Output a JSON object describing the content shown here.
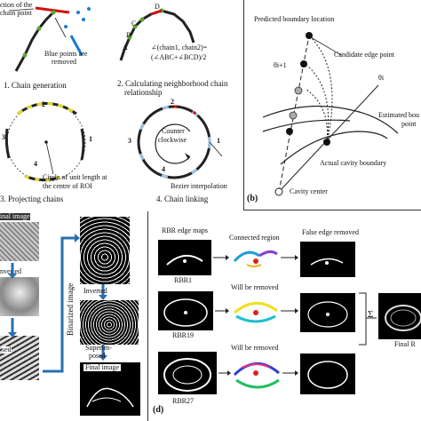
{
  "panel_a": {
    "top_text_1": "ction of the",
    "top_text_2": "chain point",
    "blue_note_1": "Blue points are",
    "blue_note_2": "removed",
    "step1": "1. Chain generation",
    "letters": [
      "A",
      "B",
      "C",
      "D"
    ],
    "formula_1": "∠(chain1, chain2)=",
    "formula_2": "(∠ABC+∠BCD)/2",
    "step2_1": "2. Calculating neighborhood chain",
    "step2_2": "relationship",
    "chain_numbers": [
      "2",
      "3",
      "1",
      "4"
    ],
    "circle_note_1": "Circle of unit length at",
    "circle_note_2": "the centre of ROI",
    "step3": "3. Projecting  chains",
    "ccw_1": "Counter",
    "ccw_2": "clockwise",
    "bezier": "Bezier interpolation",
    "step4": "4. Chain linking"
  },
  "panel_b": {
    "predicted": "Predicted boundary location",
    "candidate": "Candidate edge point",
    "theta_i1": "θi+1",
    "theta_i": "θi",
    "estimated_1": "Estimated bou",
    "estimated_2": "point",
    "actual": "Actual cavity boundary",
    "cavity": "Cavity center",
    "label": "(b)"
  },
  "panel_c": {
    "orig": "inal image",
    "inverted_left": "nverted",
    "sed": "sed",
    "binarized": "Binarized image",
    "inverted": "Inverted",
    "superimposed_1": "Superim-",
    "superimposed_2": "posed",
    "final": "Final image"
  },
  "panel_d": {
    "label": "(d)",
    "rbr_maps": "RBR edge maps",
    "connected": "Connected region",
    "false_removed": "False edge removed",
    "rbr1": "RBR1",
    "rbr19": "RBR19",
    "rbr27": "RBR27",
    "will_removed_1": "Will be removed",
    "will_removed_2": "Will be removed",
    "sum": "Σ",
    "final_r": "Final R"
  }
}
